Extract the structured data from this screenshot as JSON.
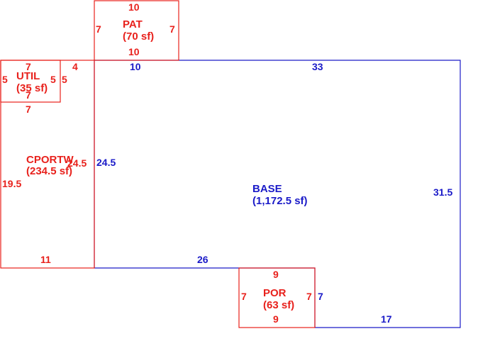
{
  "colors": {
    "addition": "#e8211c",
    "base": "#1a1ac8",
    "background": "#ffffff"
  },
  "pat": {
    "name": "PAT",
    "area": "(70 sf)",
    "top": "10",
    "left": "7",
    "right": "7",
    "bottom": "10"
  },
  "util": {
    "name": "UTIL",
    "area": "(35 sf)",
    "top": "7",
    "right_edge": "4",
    "left": "5",
    "inner_right": "5",
    "outer_right": "5",
    "bottom_a": "7",
    "bottom_b": "7"
  },
  "cportw": {
    "name": "CPORTW",
    "area": "(234.5 sf)",
    "left": "19.5",
    "right": "24.5",
    "bottom": "11"
  },
  "base": {
    "name": "BASE",
    "area": "(1,172.5 sf)",
    "top_left": "10",
    "top_right": "33",
    "left": "24.5",
    "right": "31.5",
    "bottom_left": "26",
    "por_side": "7",
    "bottom_right": "17"
  },
  "por": {
    "name": "POR",
    "area": "(63 sf)",
    "top": "9",
    "left": "7",
    "right": "7",
    "bottom": "9"
  }
}
